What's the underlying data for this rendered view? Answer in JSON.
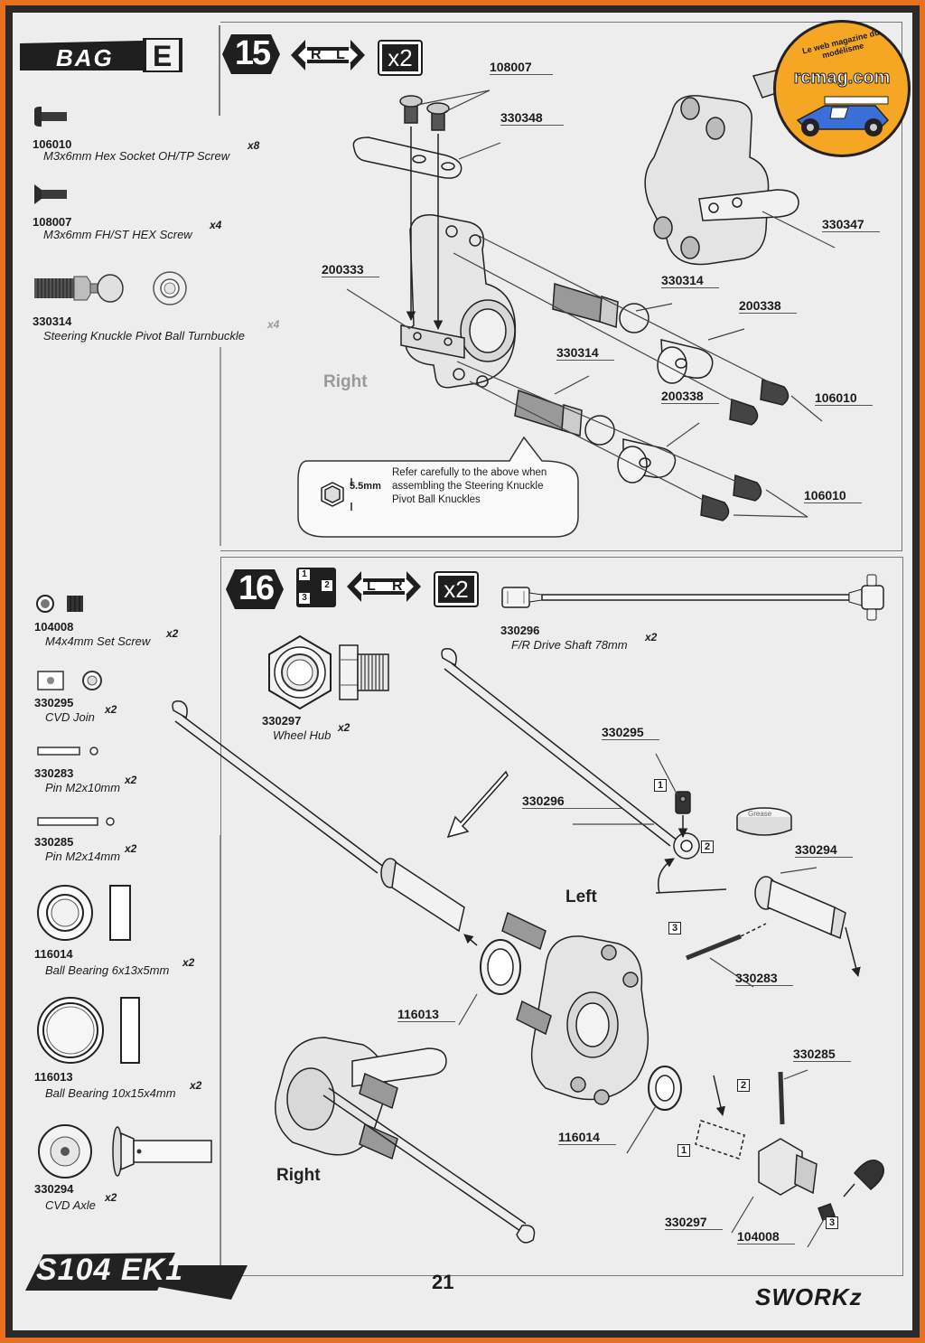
{
  "header": {
    "bag_label": "BAG",
    "bag_letter": "E"
  },
  "parts_list": [
    {
      "code": "106010",
      "name": "M3x6mm Hex Socket OH/TP Screw",
      "qty": "x8"
    },
    {
      "code": "108007",
      "name": "M3x6mm FH/ST HEX Screw",
      "qty": "x4"
    },
    {
      "code": "330314",
      "name": "Steering Knuckle Pivot Ball Turnbuckle",
      "qty": "x4"
    },
    {
      "code": "104008",
      "name": "M4x4mm Set Screw",
      "qty": "x2"
    },
    {
      "code": "330295",
      "name": "CVD Join",
      "qty": "x2"
    },
    {
      "code": "330283",
      "name": "Pin M2x10mm",
      "qty": "x2"
    },
    {
      "code": "330285",
      "name": "Pin M2x14mm",
      "qty": "x2"
    },
    {
      "code": "116014",
      "name": "Ball Bearing 6x13x5mm",
      "qty": "x2"
    },
    {
      "code": "116013",
      "name": "Ball Bearing 10x15x4mm",
      "qty": "x2"
    },
    {
      "code": "330294",
      "name": "CVD Axle",
      "qty": "x2"
    }
  ],
  "step15": {
    "number": "15",
    "side_left": "R",
    "side_right": "L",
    "multiplier": "x2",
    "side_label": "Right",
    "callouts": [
      "108007",
      "330348",
      "330347",
      "200333",
      "330314",
      "200338",
      "106010",
      "330314",
      "200338",
      "106010"
    ],
    "note_dimension": "5.5mm",
    "note_text": [
      "Refer carefully to the above when",
      "assembling the Steering Knuckle",
      "Pivot Ball Knuckles"
    ]
  },
  "step16": {
    "number": "16",
    "seq": [
      "1",
      "2",
      "3"
    ],
    "side_left": "L",
    "side_right": "R",
    "multiplier": "x2",
    "parts": [
      {
        "code": "330296",
        "name": "F/R Drive Shaft 78mm",
        "qty": "x2"
      },
      {
        "code": "330297",
        "name": "Wheel Hub",
        "qty": "x2"
      }
    ],
    "grease_label": "Grease",
    "left_label": "Left",
    "right_label": "Right",
    "callouts": [
      "330295",
      "330296",
      "330294",
      "330283",
      "116013",
      "330285",
      "116014",
      "330297",
      "104008"
    ],
    "sub_steps": [
      "1",
      "2",
      "3",
      "2",
      "1",
      "3"
    ]
  },
  "footer": {
    "page_number": "21",
    "product_logo": "S104 EK1",
    "brand_logo": "SWORKz"
  },
  "watermark": {
    "site": "rcmag.com",
    "tagline": "Le web magazine du modélisme"
  }
}
